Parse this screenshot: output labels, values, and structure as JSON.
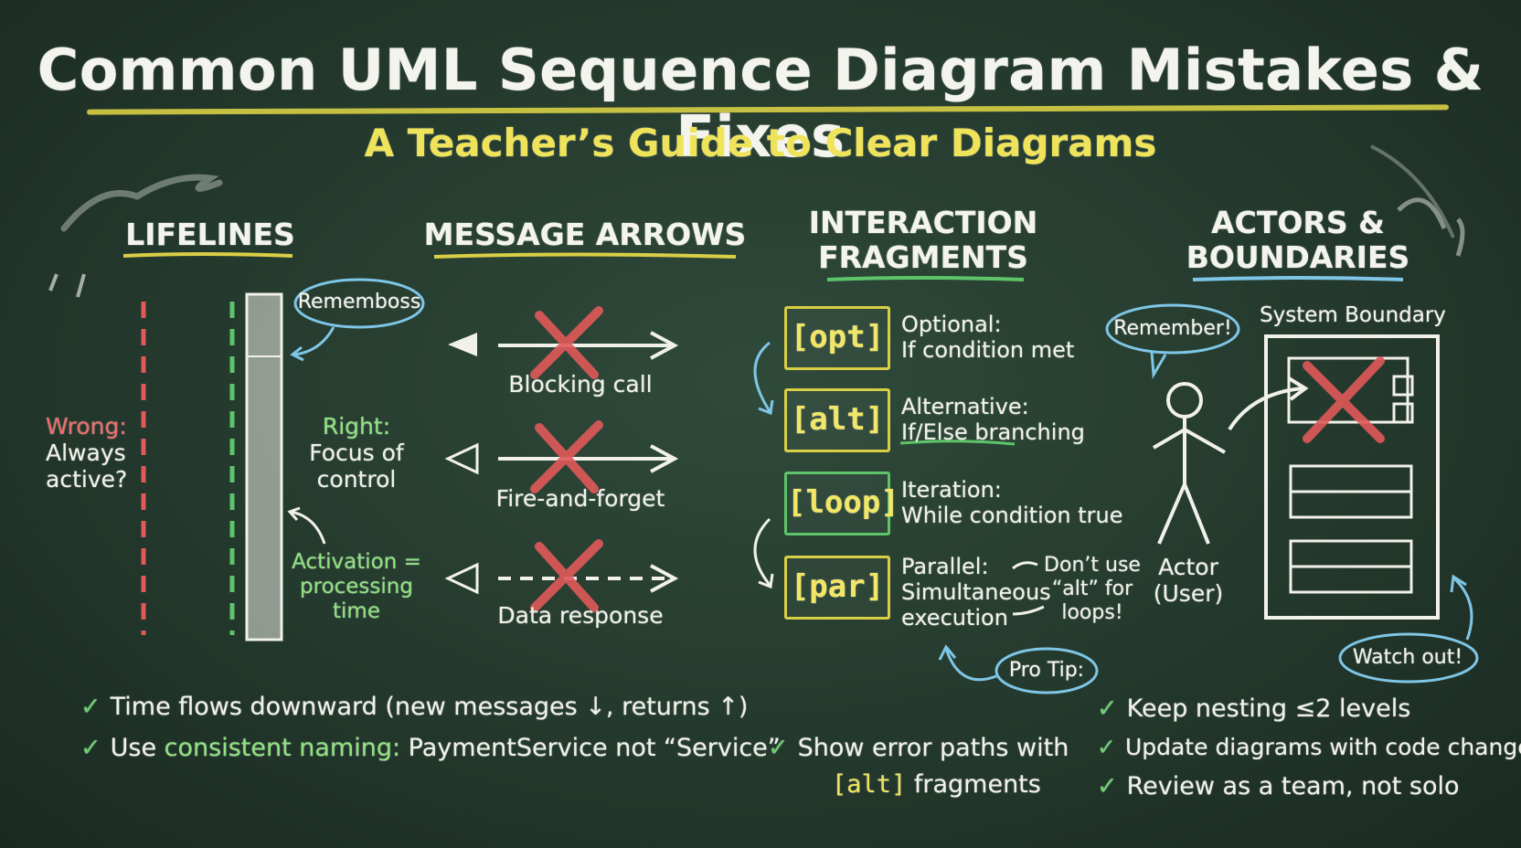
{
  "title": "Common UML Sequence Diagram Mistakes & Fixes",
  "subtitle": "A Teacher’s Guide to Clear Diagrams",
  "colors": {
    "board": "#24392d",
    "chalk_yellow": "#efe35a",
    "chalk_green": "#6ad16f",
    "chalk_red": "#ef6b6b",
    "chalk_blue": "#7fc6e6"
  },
  "lifelines": {
    "heading": "LIFELINES",
    "bubble": "Rememboss",
    "wrong_label": "Wrong:",
    "wrong_text_1": "Always",
    "wrong_text_2": "active?",
    "right_label": "Right:",
    "right_text_1": "Focus of",
    "right_text_2": "control",
    "activation_1": "Activation =",
    "activation_2": "processing",
    "activation_3": "time"
  },
  "message_arrows": {
    "heading": "MESSAGE ARROWS",
    "items": [
      {
        "label": "Blocking call",
        "icon": "filled-arrowhead"
      },
      {
        "label": "Fire-and-forget",
        "icon": "open-arrowhead"
      },
      {
        "label": "Data response",
        "icon": "dashed-return-arrow"
      }
    ]
  },
  "fragments": {
    "heading_1": "INTERACTION",
    "heading_2": "FRAGMENTS",
    "items": [
      {
        "tag": "[opt]",
        "line1": "Optional:",
        "line2": "If condition met"
      },
      {
        "tag": "[alt]",
        "line1": "Alternative:",
        "line2": "If/Else branching"
      },
      {
        "tag": "[loop]",
        "line1": "Iteration:",
        "line2": "While condition true"
      },
      {
        "tag": "[par]",
        "line1": "Parallel:",
        "line2": "Simultaneous",
        "line3": "execution"
      }
    ],
    "note_1": "Don’t use",
    "note_2": "“alt” for",
    "note_3": "loops!",
    "pro_tip": "Pro Tip:"
  },
  "actors": {
    "heading_1": "ACTORS &",
    "heading_2": "BOUNDARIES",
    "remember": "Remember!",
    "system_boundary": "System Boundary",
    "actor_1": "Actor",
    "actor_2": "(User)",
    "watch_out": "Watch out!"
  },
  "tips": {
    "left_1_prefix": "Time flows downward (new messages ↓, returns ↑)",
    "left_2_a": "Use ",
    "left_2_b": "consistent naming:",
    "left_2_c": " PaymentService not “Service”",
    "middle_1": "Show error paths with",
    "middle_2_tag": "[alt]",
    "middle_2_rest": " fragments",
    "right": [
      "Keep nesting ≤2 levels",
      "Update diagrams with code changes",
      "Review as a team, not solo"
    ],
    "check": "✓"
  }
}
